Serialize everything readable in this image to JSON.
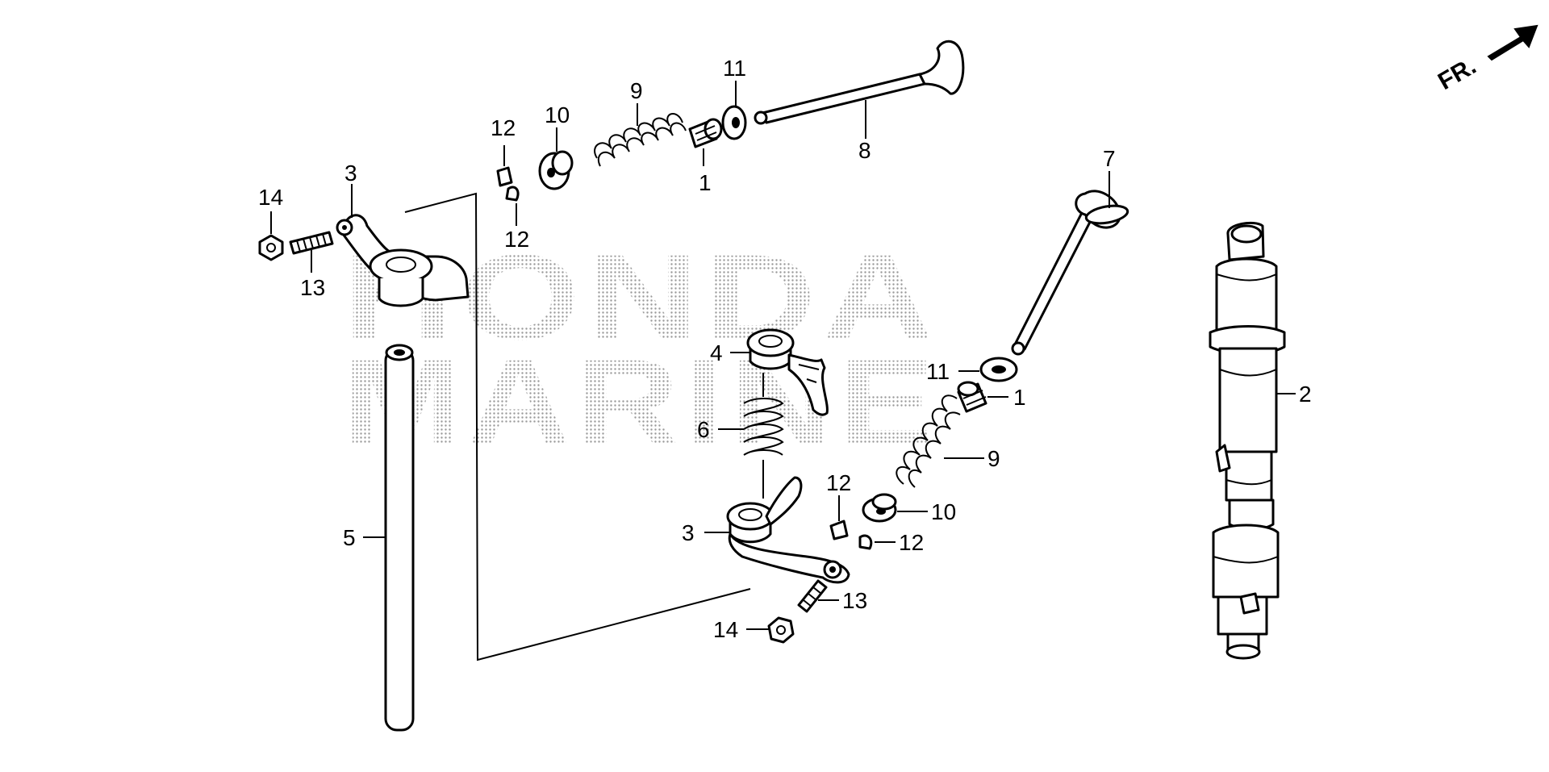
{
  "watermark": {
    "line1": "HONDA",
    "line2": "MARINE"
  },
  "direction_mark": "FR.",
  "callouts": {
    "c1a": "1",
    "c1b": "1",
    "c2": "2",
    "c3a": "3",
    "c3b": "3",
    "c4": "4",
    "c5": "5",
    "c6": "6",
    "c7": "7",
    "c8": "8",
    "c9a": "9",
    "c9b": "9",
    "c10a": "10",
    "c10b": "10",
    "c11a": "11",
    "c11b": "11",
    "c12a": "12",
    "c12b": "12",
    "c12c": "12",
    "c12d": "12",
    "c13a": "13",
    "c13b": "13",
    "c14a": "14",
    "c14b": "14"
  }
}
